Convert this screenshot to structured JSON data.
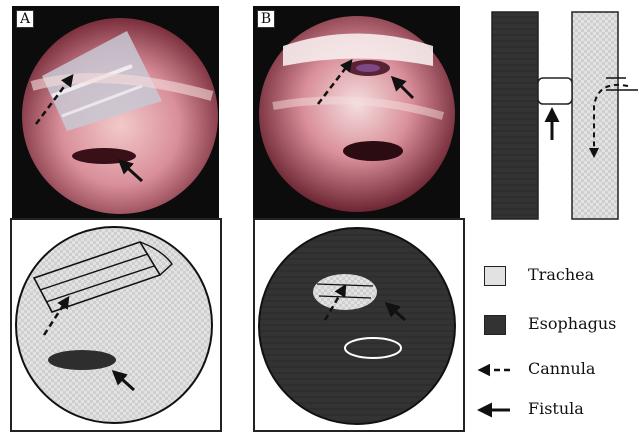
{
  "panels": {
    "a_label": "A",
    "b_label": "B"
  },
  "legend": {
    "trachea": "Trachea",
    "esophagus": "Esophagus",
    "cannula": "Cannula",
    "fistula": "Fistula"
  },
  "colors": {
    "trachea_fill": "#e2e2e2",
    "esophagus_fill": "#333333",
    "tissue_pink": "#d98f9a",
    "background_black": "#0c0c0c"
  }
}
